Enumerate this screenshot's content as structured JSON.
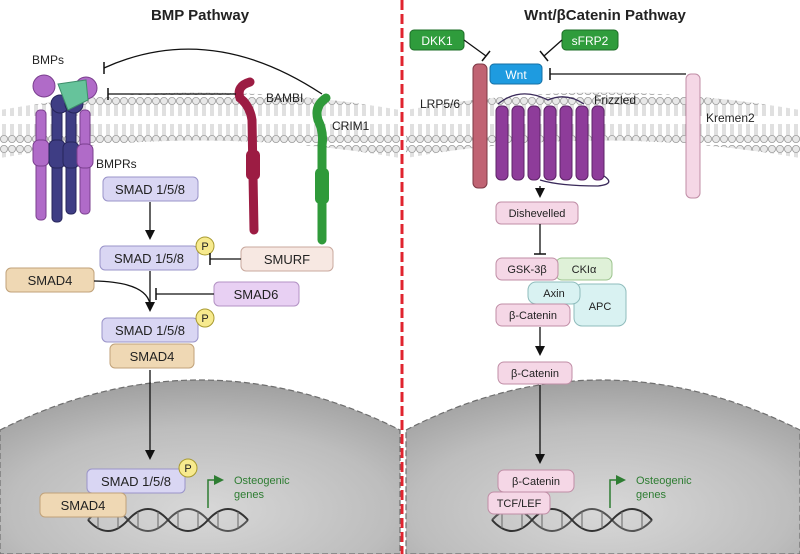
{
  "left_panel": {
    "title": "BMP Pathway",
    "labels": {
      "bmps": "BMPs",
      "bmprs": "BMPRs",
      "bambi": "BAMBI",
      "crim1": "CRIM1"
    },
    "boxes": {
      "smad158_top": "SMAD 1/5/8",
      "smad158_p": "SMAD 1/5/8",
      "smurf": "SMURF",
      "smad4": "SMAD4",
      "smad6": "SMAD6",
      "complex_smad158": "SMAD 1/5/8",
      "complex_smad4": "SMAD4",
      "nuclear_smad158": "SMAD 1/5/8",
      "nuclear_smad4": "SMAD4"
    },
    "phospho": "P",
    "gene_text": {
      "line1": "Osteogenic",
      "line2": "genes"
    }
  },
  "right_panel": {
    "title": "Wnt/βCatenin Pathway",
    "labels": {
      "lrp": "LRP5/6",
      "frizzled": "Frizzled",
      "kremen": "Kremen2"
    },
    "boxes": {
      "dkk1": "DKK1",
      "sfrp2": "sFRP2",
      "wnt": "Wnt",
      "dishevelled": "Dishevelled",
      "gsk3b": "GSK-3β",
      "ck1a": "CKIα",
      "axin": "Axin",
      "apc": "APC",
      "bcat_complex": "β-Catenin",
      "bcat_free": "β-Catenin",
      "bcat_nuclear": "β-Catenin",
      "tcf_lef": "TCF/LEF"
    },
    "gene_text": {
      "line1": "Osteogenic",
      "line2": "genes"
    }
  },
  "colors": {
    "divider": "#e0242f",
    "smad_box": "#d9d6f3",
    "smad4_box": "#efd8b4",
    "smurf_box": "#f7e8e2",
    "smad6_box": "#e8d0f3",
    "phospho": "#f7ea8e",
    "green_box": "#2f9c3c",
    "wnt_box": "#1e9be0",
    "pink_box": "#f5d7e6",
    "ck1_box": "#dff1d8",
    "axin_box": "#d9f2f2",
    "frizzled": "#8e3c9a",
    "lrp": "#c06373",
    "bambi": "#9c1c43",
    "crim1": "#2f9a3a",
    "bmp_purple": "#b06bc8",
    "bmp_teal": "#66c39b",
    "receptor_navy": "#3e3d84",
    "nucleus": "#9a9a9a"
  }
}
